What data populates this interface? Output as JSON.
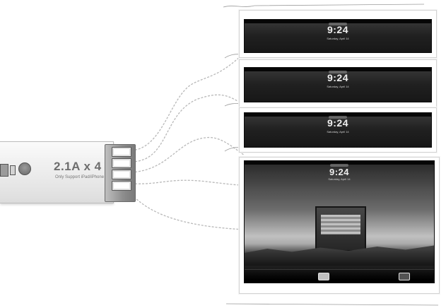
{
  "hub": {
    "label": "2.1A x 4",
    "subtitle": "Only Support iPad/iPhone"
  },
  "tablets": [
    {
      "time": "9:24",
      "date": "Saturday, April 14"
    },
    {
      "time": "9:24",
      "date": "Saturday, April 14"
    },
    {
      "time": "9:24",
      "date": "Saturday, April 14"
    },
    {
      "time": "9:24",
      "date": "Saturday, April 14"
    }
  ],
  "icons": {
    "hub_logo": "circle-logo-icon",
    "dock_left": "camera-icon",
    "dock_right": "unlock-slider-icon"
  }
}
